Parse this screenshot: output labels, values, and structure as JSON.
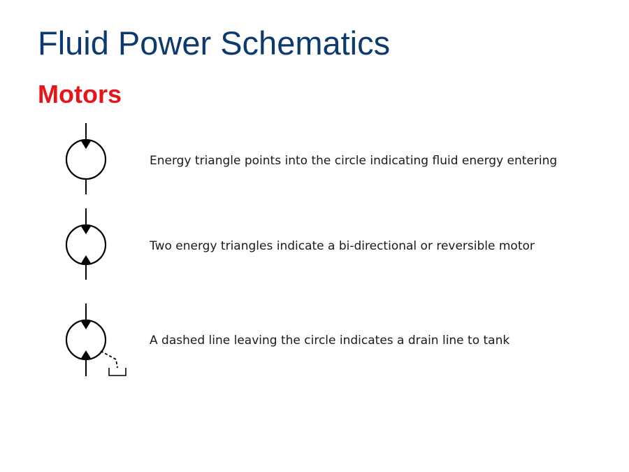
{
  "slide": {
    "title": "Fluid Power Schematics",
    "subtitle": "Motors"
  },
  "symbols": [
    {
      "icon": "motor-unidirectional-icon",
      "caption": "Energy triangle points into the circle indicating fluid energy entering"
    },
    {
      "icon": "motor-bidirectional-icon",
      "caption": "Two energy triangles indicate a bi-directional or reversible motor"
    },
    {
      "icon": "motor-bidirectional-drain-icon",
      "caption": "A dashed line leaving the circle indicates a drain line to tank"
    }
  ],
  "colors": {
    "title": "#0d3a6e",
    "subtitle": "#e8141b",
    "line": "#000000",
    "text": "#1a1a1a"
  }
}
